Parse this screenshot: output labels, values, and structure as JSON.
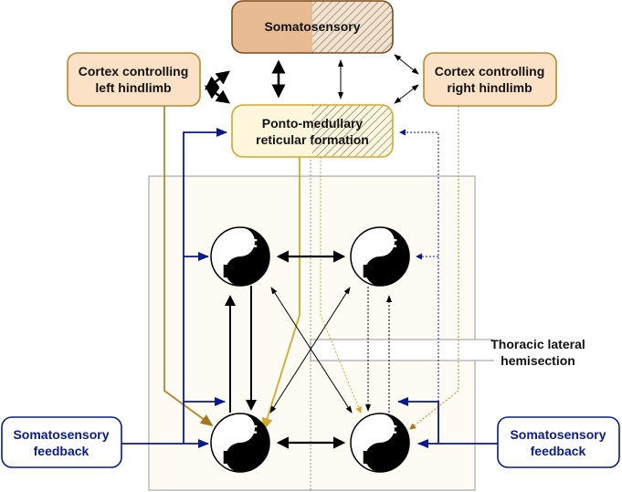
{
  "boxes": {
    "somatosensory": "Somatosensory",
    "left_cortex": [
      "Cortex controlling",
      "left hindlimb"
    ],
    "right_cortex": [
      "Cortex controlling",
      "right hindlimb"
    ],
    "reticular": [
      "Ponto-medullary",
      "reticular formation"
    ],
    "feedback_left": [
      "Somatosensory",
      "feedback"
    ],
    "feedback_right": [
      "Somatosensory",
      "feedback"
    ]
  },
  "lesion_label": [
    "Thoracic lateral",
    "hemisection"
  ],
  "half_centers": {
    "flexor": "F",
    "extensor": "E"
  },
  "colors": {
    "somatosensory_fill": "#e9bb93",
    "cortex_fill": "#fbe2c6",
    "reticular_fill": "#fff6dc",
    "cortical_tract": "#b8862b",
    "reticulospinal_tract": "#d4a82a",
    "feedback": "#0a1a8c"
  }
}
